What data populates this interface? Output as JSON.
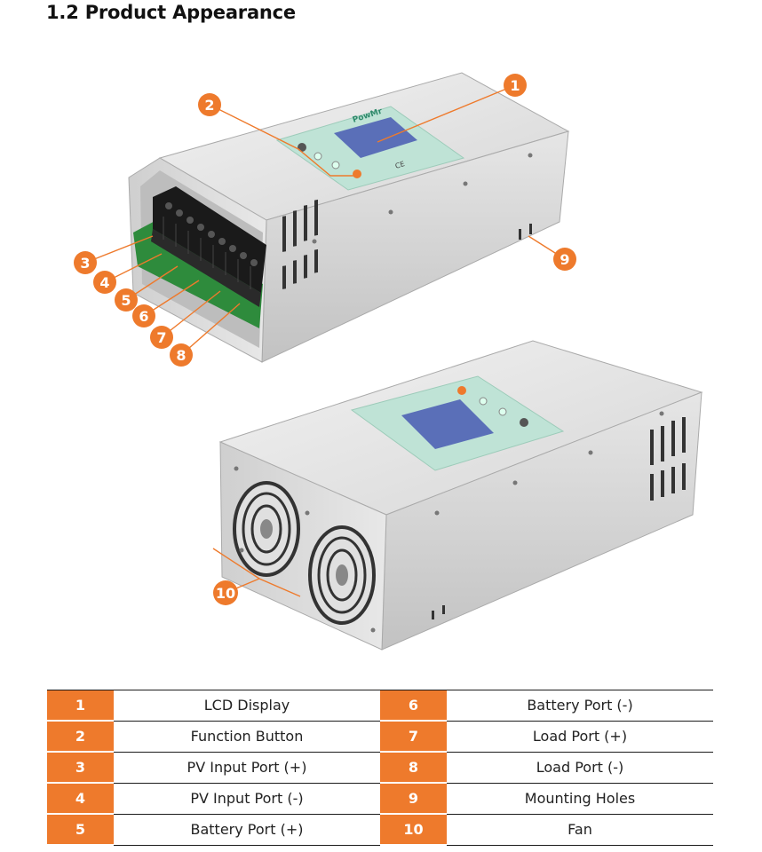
{
  "heading": "1.2 Product Appearance",
  "device": {
    "brand_label": "PowMr",
    "ce_mark": "CE"
  },
  "callouts": [
    "1",
    "2",
    "3",
    "4",
    "5",
    "6",
    "7",
    "8",
    "9",
    "10"
  ],
  "parts_table": {
    "rows": [
      {
        "left_num": "1",
        "left_label": "LCD Display",
        "right_num": "6",
        "right_label": "Battery Port (-)"
      },
      {
        "left_num": "2",
        "left_label": "Function Button",
        "right_num": "7",
        "right_label": "Load Port (+)"
      },
      {
        "left_num": "3",
        "left_label": "PV Input Port (+)",
        "right_num": "8",
        "right_label": "Load Port (-)"
      },
      {
        "left_num": "4",
        "left_label": "PV Input Port (-)",
        "right_num": "9",
        "right_label": "Mounting Holes"
      },
      {
        "left_num": "5",
        "left_label": "Battery Port (+)",
        "right_num": "10",
        "right_label": "Fan"
      }
    ]
  },
  "colors": {
    "accent": "#ee7a2c",
    "panel_teal": "#bfe3d6",
    "lcd_blue": "#5a6fb8",
    "terminal_black": "#1a1a1a",
    "pcb_green": "#2e8b3c",
    "casing": "#d9d9d9"
  }
}
